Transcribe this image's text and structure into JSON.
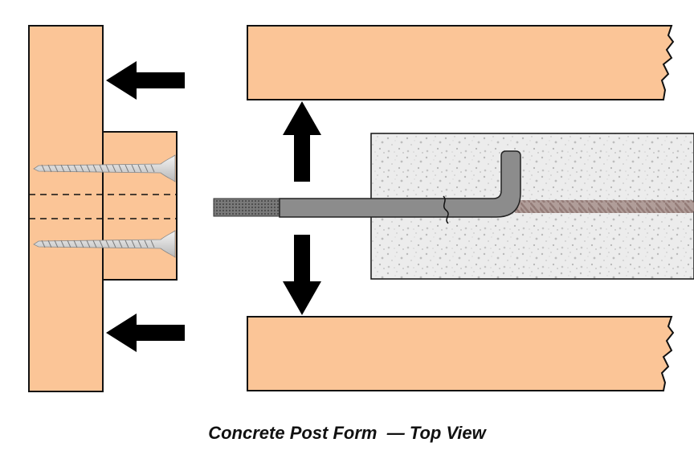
{
  "caption": {
    "title": "Concrete Post Form",
    "subtitle": "— Top View"
  },
  "colors": {
    "wood": "#fbc597",
    "outline": "#111111",
    "concrete": "#e9e9e9",
    "bolt": "#8c8c8c",
    "rebar": "#a88f8a",
    "arrow": "#000000"
  },
  "parts": {
    "form_board": "form-board",
    "spacer_block": "spacer-block",
    "top_side_board": "side-board-top",
    "bottom_side_board": "side-board-bottom",
    "concrete_post": "concrete-post",
    "anchor_bolt": "j-bolt",
    "rebar": "rebar",
    "screws": "wood-screws",
    "arrows": [
      "arrow-left",
      "arrow-up",
      "arrow-down"
    ]
  }
}
